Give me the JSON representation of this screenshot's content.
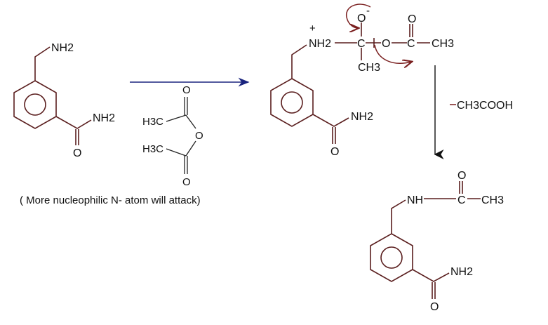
{
  "colors": {
    "bond": "#5a1e1e",
    "reaction_arrow": "#1a237e",
    "curved_arrow": "#7a1f1f"
  },
  "reactant": {
    "amine_label": "NH2",
    "amide_nh2_label": "NH2",
    "amide_o_label": "O"
  },
  "reagent": {
    "top_o": "O",
    "top_methyl": "H3C",
    "bridge_o": "O",
    "bottom_methyl": "H3C",
    "bottom_o": "O"
  },
  "note": "( More nucleophilic N- atom will attack)",
  "intermediate": {
    "plus_charge": "+",
    "ammonium_label": "NH2",
    "central_c": "C",
    "oxide_label": "O",
    "minus_charge": "-",
    "methyl_label": "CH3",
    "ester_o": "O",
    "acyl_c": "C",
    "acyl_o": "O",
    "acyl_methyl": "CH3",
    "amide_nh2_label": "NH2",
    "amide_o_label": "O"
  },
  "elimination": "CH3COOH",
  "product": {
    "nh_label": "NH",
    "acyl_c": "C",
    "acyl_o": "O",
    "acyl_methyl": "CH3",
    "amide_nh2_label": "NH2",
    "amide_o_label": "O"
  }
}
